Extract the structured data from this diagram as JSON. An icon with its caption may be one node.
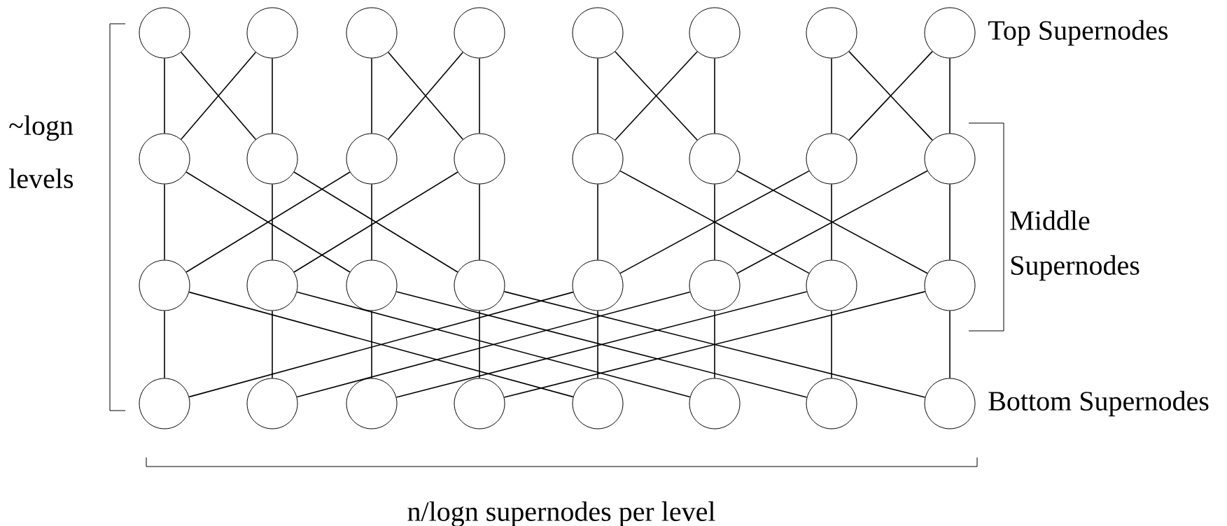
{
  "diagram": {
    "nodes": [
      {
        "text": [],
        "shape": "circle"
      },
      {
        "text": [],
        "shape": "circle"
      },
      {
        "text": [],
        "shape": "circle"
      },
      {
        "text": [],
        "shape": "circle"
      },
      {
        "text": [],
        "shape": "circle"
      },
      {
        "text": [],
        "shape": "circle"
      },
      {
        "text": [],
        "shape": "circle"
      },
      {
        "text": [],
        "shape": "circle"
      },
      {
        "text": [],
        "shape": "circle"
      },
      {
        "text": [],
        "shape": "circle"
      },
      {
        "text": [],
        "shape": "circle"
      },
      {
        "text": [],
        "shape": "circle"
      },
      {
        "text": [],
        "shape": "circle"
      },
      {
        "text": [],
        "shape": "circle"
      },
      {
        "text": [],
        "shape": "circle"
      },
      {
        "text": [],
        "shape": "circle"
      },
      {
        "text": [],
        "shape": "circle"
      },
      {
        "text": [],
        "shape": "circle"
      },
      {
        "text": [],
        "shape": "circle"
      },
      {
        "text": [],
        "shape": "circle"
      },
      {
        "text": [],
        "shape": "circle"
      },
      {
        "text": [],
        "shape": "circle"
      },
      {
        "text": [],
        "shape": "circle"
      },
      {
        "text": [],
        "shape": "circle"
      },
      {
        "text": [],
        "shape": "circle"
      },
      {
        "text": [],
        "shape": "circle"
      },
      {
        "text": [],
        "shape": "circle"
      },
      {
        "text": [],
        "shape": "circle"
      },
      {
        "text": [],
        "shape": "circle"
      },
      {
        "text": [],
        "shape": "circle"
      },
      {
        "text": [],
        "shape": "circle"
      },
      {
        "text": [],
        "shape": "circle"
      }
    ],
    "edges": [
      {
        "from": 0,
        "to": 8,
        "arrow": "none"
      },
      {
        "from": 0,
        "to": 9,
        "arrow": "none"
      },
      {
        "from": 1,
        "to": 9,
        "arrow": "none"
      },
      {
        "from": 1,
        "to": 8,
        "arrow": "none"
      },
      {
        "from": 2,
        "to": 10,
        "arrow": "none"
      },
      {
        "from": 2,
        "to": 11,
        "arrow": "none"
      },
      {
        "from": 3,
        "to": 11,
        "arrow": "none"
      },
      {
        "from": 3,
        "to": 10,
        "arrow": "none"
      },
      {
        "from": 4,
        "to": 12,
        "arrow": "none"
      },
      {
        "from": 4,
        "to": 13,
        "arrow": "none"
      },
      {
        "from": 5,
        "to": 13,
        "arrow": "none"
      },
      {
        "from": 5,
        "to": 12,
        "arrow": "none"
      },
      {
        "from": 6,
        "to": 14,
        "arrow": "none"
      },
      {
        "from": 6,
        "to": 15,
        "arrow": "none"
      },
      {
        "from": 7,
        "to": 15,
        "arrow": "none"
      },
      {
        "from": 7,
        "to": 14,
        "arrow": "none"
      },
      {
        "from": 8,
        "to": 16,
        "arrow": "none"
      },
      {
        "from": 8,
        "to": 18,
        "arrow": "none"
      },
      {
        "from": 9,
        "to": 17,
        "arrow": "none"
      },
      {
        "from": 9,
        "to": 19,
        "arrow": "none"
      },
      {
        "from": 10,
        "to": 18,
        "arrow": "none"
      },
      {
        "from": 10,
        "to": 16,
        "arrow": "none"
      },
      {
        "from": 11,
        "to": 19,
        "arrow": "none"
      },
      {
        "from": 11,
        "to": 17,
        "arrow": "none"
      },
      {
        "from": 12,
        "to": 20,
        "arrow": "none"
      },
      {
        "from": 12,
        "to": 22,
        "arrow": "none"
      },
      {
        "from": 13,
        "to": 21,
        "arrow": "none"
      },
      {
        "from": 13,
        "to": 23,
        "arrow": "none"
      },
      {
        "from": 14,
        "to": 22,
        "arrow": "none"
      },
      {
        "from": 14,
        "to": 20,
        "arrow": "none"
      },
      {
        "from": 15,
        "to": 23,
        "arrow": "none"
      },
      {
        "from": 15,
        "to": 21,
        "arrow": "none"
      },
      {
        "from": 16,
        "to": 24,
        "arrow": "none"
      },
      {
        "from": 16,
        "to": 28,
        "arrow": "none"
      },
      {
        "from": 17,
        "to": 25,
        "arrow": "none"
      },
      {
        "from": 17,
        "to": 29,
        "arrow": "none"
      },
      {
        "from": 18,
        "to": 26,
        "arrow": "none"
      },
      {
        "from": 18,
        "to": 30,
        "arrow": "none"
      },
      {
        "from": 19,
        "to": 27,
        "arrow": "none"
      },
      {
        "from": 19,
        "to": 31,
        "arrow": "none"
      },
      {
        "from": 20,
        "to": 28,
        "arrow": "none"
      },
      {
        "from": 20,
        "to": 24,
        "arrow": "none"
      },
      {
        "from": 21,
        "to": 29,
        "arrow": "none"
      },
      {
        "from": 21,
        "to": 25,
        "arrow": "none"
      },
      {
        "from": 22,
        "to": 30,
        "arrow": "none"
      },
      {
        "from": 22,
        "to": 26,
        "arrow": "none"
      },
      {
        "from": 23,
        "to": 31,
        "arrow": "none"
      },
      {
        "from": 23,
        "to": 27,
        "arrow": "none"
      }
    ],
    "labels": [
      "Top Supernodes",
      "~logn levels",
      "Middle Supernodes",
      "Bottom Supernodes",
      "n/logn supernodes per level"
    ]
  }
}
